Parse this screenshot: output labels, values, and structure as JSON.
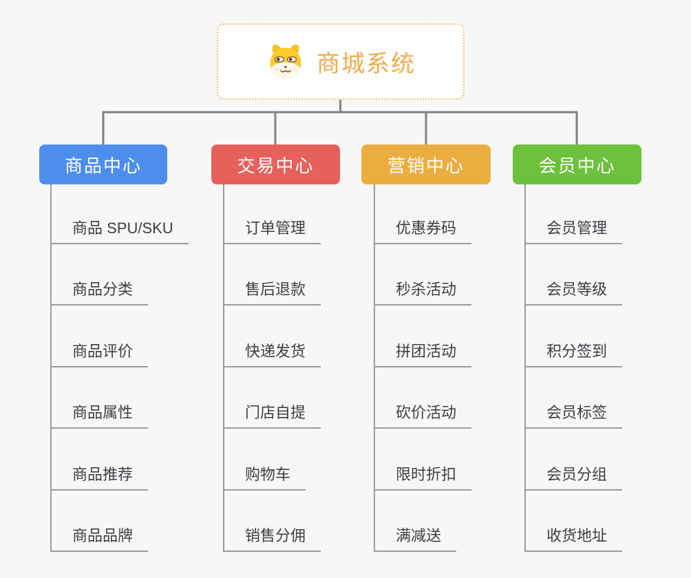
{
  "page": {
    "background_color": "#f7f7f7",
    "connector_color": "#808080",
    "line_color": "#9b9b9b",
    "item_text_color": "#3a3e44"
  },
  "root": {
    "title": "商城系统",
    "title_color": "#efac50",
    "border_color": "#f3be6a",
    "icon": "shiba-dog-icon"
  },
  "branches": [
    {
      "label": "商品中心",
      "color": "#4d8eed",
      "items": [
        "商品 SPU/SKU",
        "商品分类",
        "商品评价",
        "商品属性",
        "商品推荐",
        "商品品牌"
      ]
    },
    {
      "label": "交易中心",
      "color": "#e6605c",
      "items": [
        "订单管理",
        "售后退款",
        "快递发货",
        "门店自提",
        "购物车",
        "销售分佣"
      ]
    },
    {
      "label": "营销中心",
      "color": "#ecad40",
      "items": [
        "优惠券码",
        "秒杀活动",
        "拼团活动",
        "砍价活动",
        "限时折扣",
        "满减送"
      ]
    },
    {
      "label": "会员中心",
      "color": "#6dc13d",
      "items": [
        "会员管理",
        "会员等级",
        "积分签到",
        "会员标签",
        "会员分组",
        "收货地址"
      ]
    }
  ]
}
